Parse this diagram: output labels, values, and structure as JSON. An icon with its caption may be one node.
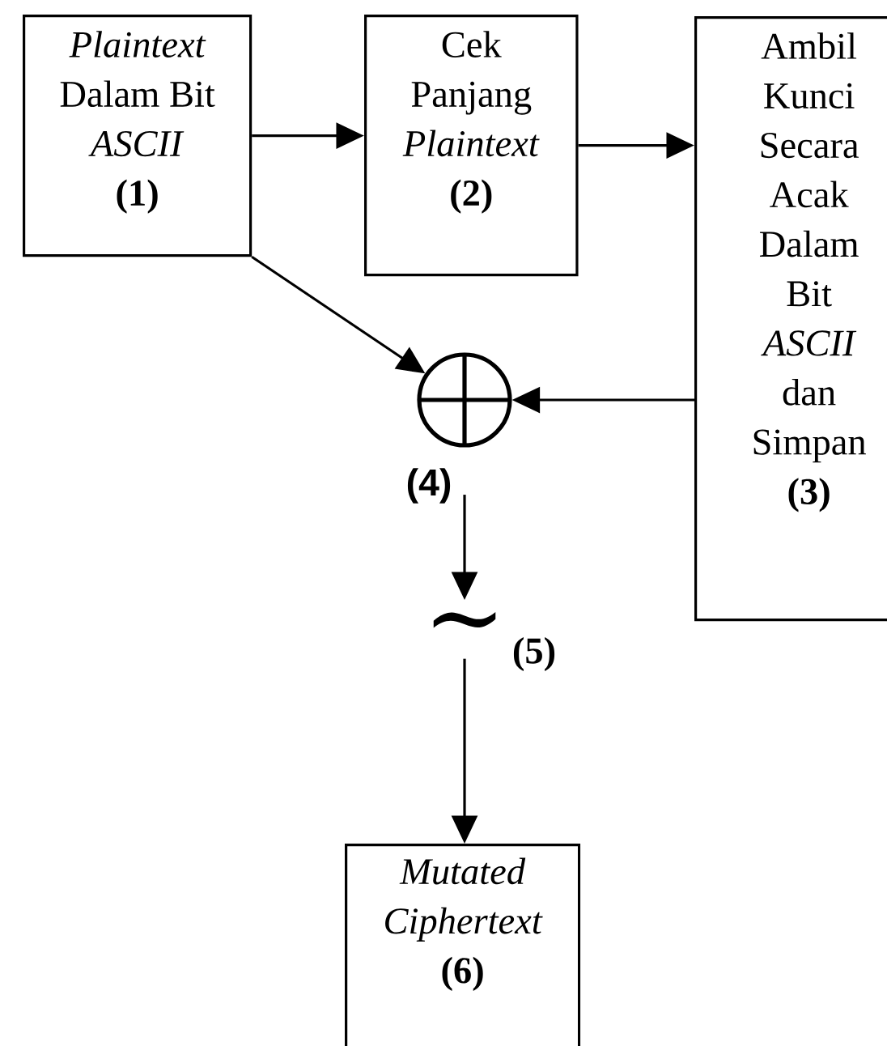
{
  "diagram": {
    "nodes": [
      {
        "text": [
          "*Plaintext* Dalam Bit *ASCII*",
          "(1)"
        ]
      },
      {
        "text": [
          "Cek Panjang *Plaintext*",
          "(2)"
        ]
      },
      {
        "text": [
          "Ambil Kunci Secara Acak Dalam Bit *ASCII* dan Simpan",
          "(3)"
        ]
      },
      {
        "text": [],
        "shape": "circle",
        "beside": [
          "(4)"
        ]
      },
      {
        "text": [
          "∼"
        ],
        "beside": [
          "(5)"
        ]
      },
      {
        "text": [
          "Mutated Ciphertext",
          "(6)"
        ]
      }
    ],
    "edges": [
      {
        "from": 0,
        "to": 1,
        "arrow": "to"
      },
      {
        "from": 1,
        "to": 2,
        "arrow": "to"
      },
      {
        "from": 0,
        "to": 3,
        "arrow": "to"
      },
      {
        "from": 2,
        "to": 3,
        "arrow": "to"
      },
      {
        "from": 3,
        "to": 4,
        "arrow": "to"
      },
      {
        "from": 4,
        "to": 5,
        "arrow": "to"
      }
    ]
  }
}
